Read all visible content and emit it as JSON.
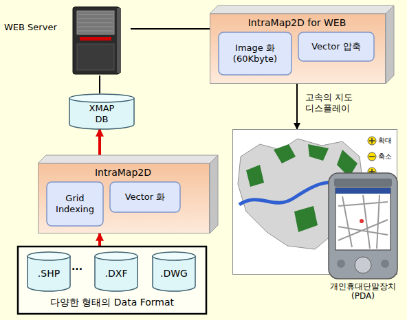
{
  "diagram": {
    "nodes": [
      {
        "text": [
          "WEB Server"
        ]
      },
      {
        "text": [
          "IntraMap2D for WEB"
        ]
      },
      {
        "text": [
          "Image 화 (60Kbyte)"
        ],
        "in": 1
      },
      {
        "text": [
          "Vector 압축"
        ],
        "in": 1
      },
      {
        "text": [
          "XMAP DB"
        ]
      },
      {
        "text": [
          "IntraMap2D"
        ]
      },
      {
        "text": [
          "Grid Indexing"
        ],
        "in": 5
      },
      {
        "text": [
          "Vector 화"
        ],
        "in": 5
      },
      {
        "text": [
          "다양한 형태의 Data Format"
        ]
      },
      {
        "text": [
          ".SHP"
        ],
        "in": 8
      },
      {
        "text": [
          ".DXF"
        ],
        "in": 8
      },
      {
        "text": [
          ".DWG"
        ],
        "in": 8
      },
      {
        "text": [
          "확대",
          "축소"
        ]
      },
      {
        "text": [
          "개인휴대단말장치 (PDA)"
        ]
      }
    ],
    "edges": [
      {
        "from": 0,
        "to": 1,
        "arrow": "none"
      },
      {
        "from": 0,
        "to": 4,
        "arrow": "none"
      },
      {
        "from": 5,
        "to": 4,
        "arrow": "to"
      },
      {
        "from": 8,
        "to": 5,
        "arrow": "to"
      },
      {
        "from": 1,
        "to": 12,
        "label": "고속의 지도 디스플레이",
        "arrow": "to"
      }
    ],
    "labels": [
      "···"
    ]
  }
}
